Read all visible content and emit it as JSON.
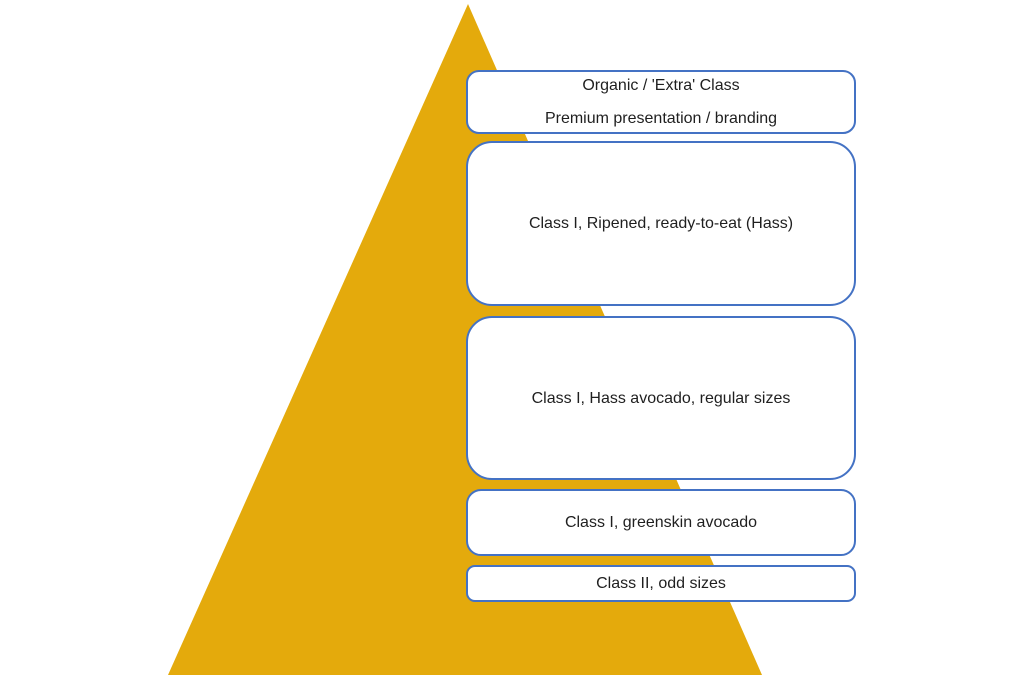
{
  "diagram": {
    "type": "pyramid",
    "pyramid_color": "#E4AA0C",
    "box_border_color": "#4472C4",
    "box_fill": "#FFFFFF",
    "text_color": "#1F1F1F",
    "levels": [
      {
        "lines": [
          "Organic / 'Extra' Class",
          "Premium presentation / branding"
        ]
      },
      {
        "lines": [
          "Class I, Ripened, ready-to-eat (Hass)"
        ]
      },
      {
        "lines": [
          "Class I, Hass avocado, regular sizes"
        ]
      },
      {
        "lines": [
          "Class I, greenskin avocado"
        ]
      },
      {
        "lines": [
          "Class II, odd sizes"
        ]
      }
    ]
  }
}
